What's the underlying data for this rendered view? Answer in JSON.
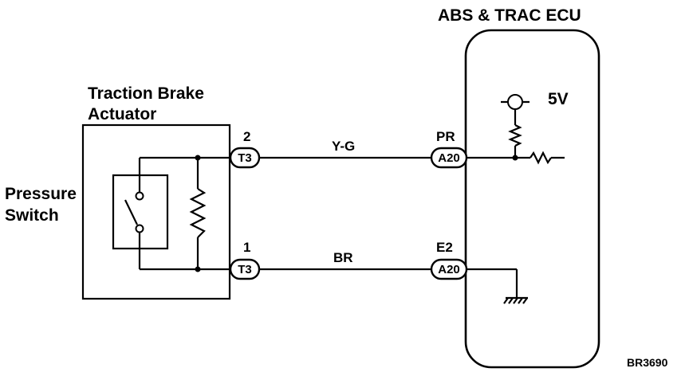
{
  "ecu": {
    "title": "ABS & TRAC ECU",
    "supply_label": "5V",
    "pin_upper": "PR",
    "pin_lower": "E2",
    "connector": "A20"
  },
  "actuator": {
    "title_line1": "Traction Brake",
    "title_line2": "Actuator",
    "pin_upper": "2",
    "pin_lower": "1",
    "connector": "T3"
  },
  "switch_label": {
    "line1": "Pressure",
    "line2": "Switch"
  },
  "wires": {
    "upper": "Y-G",
    "lower": "BR"
  },
  "figure_code": "BR3690"
}
